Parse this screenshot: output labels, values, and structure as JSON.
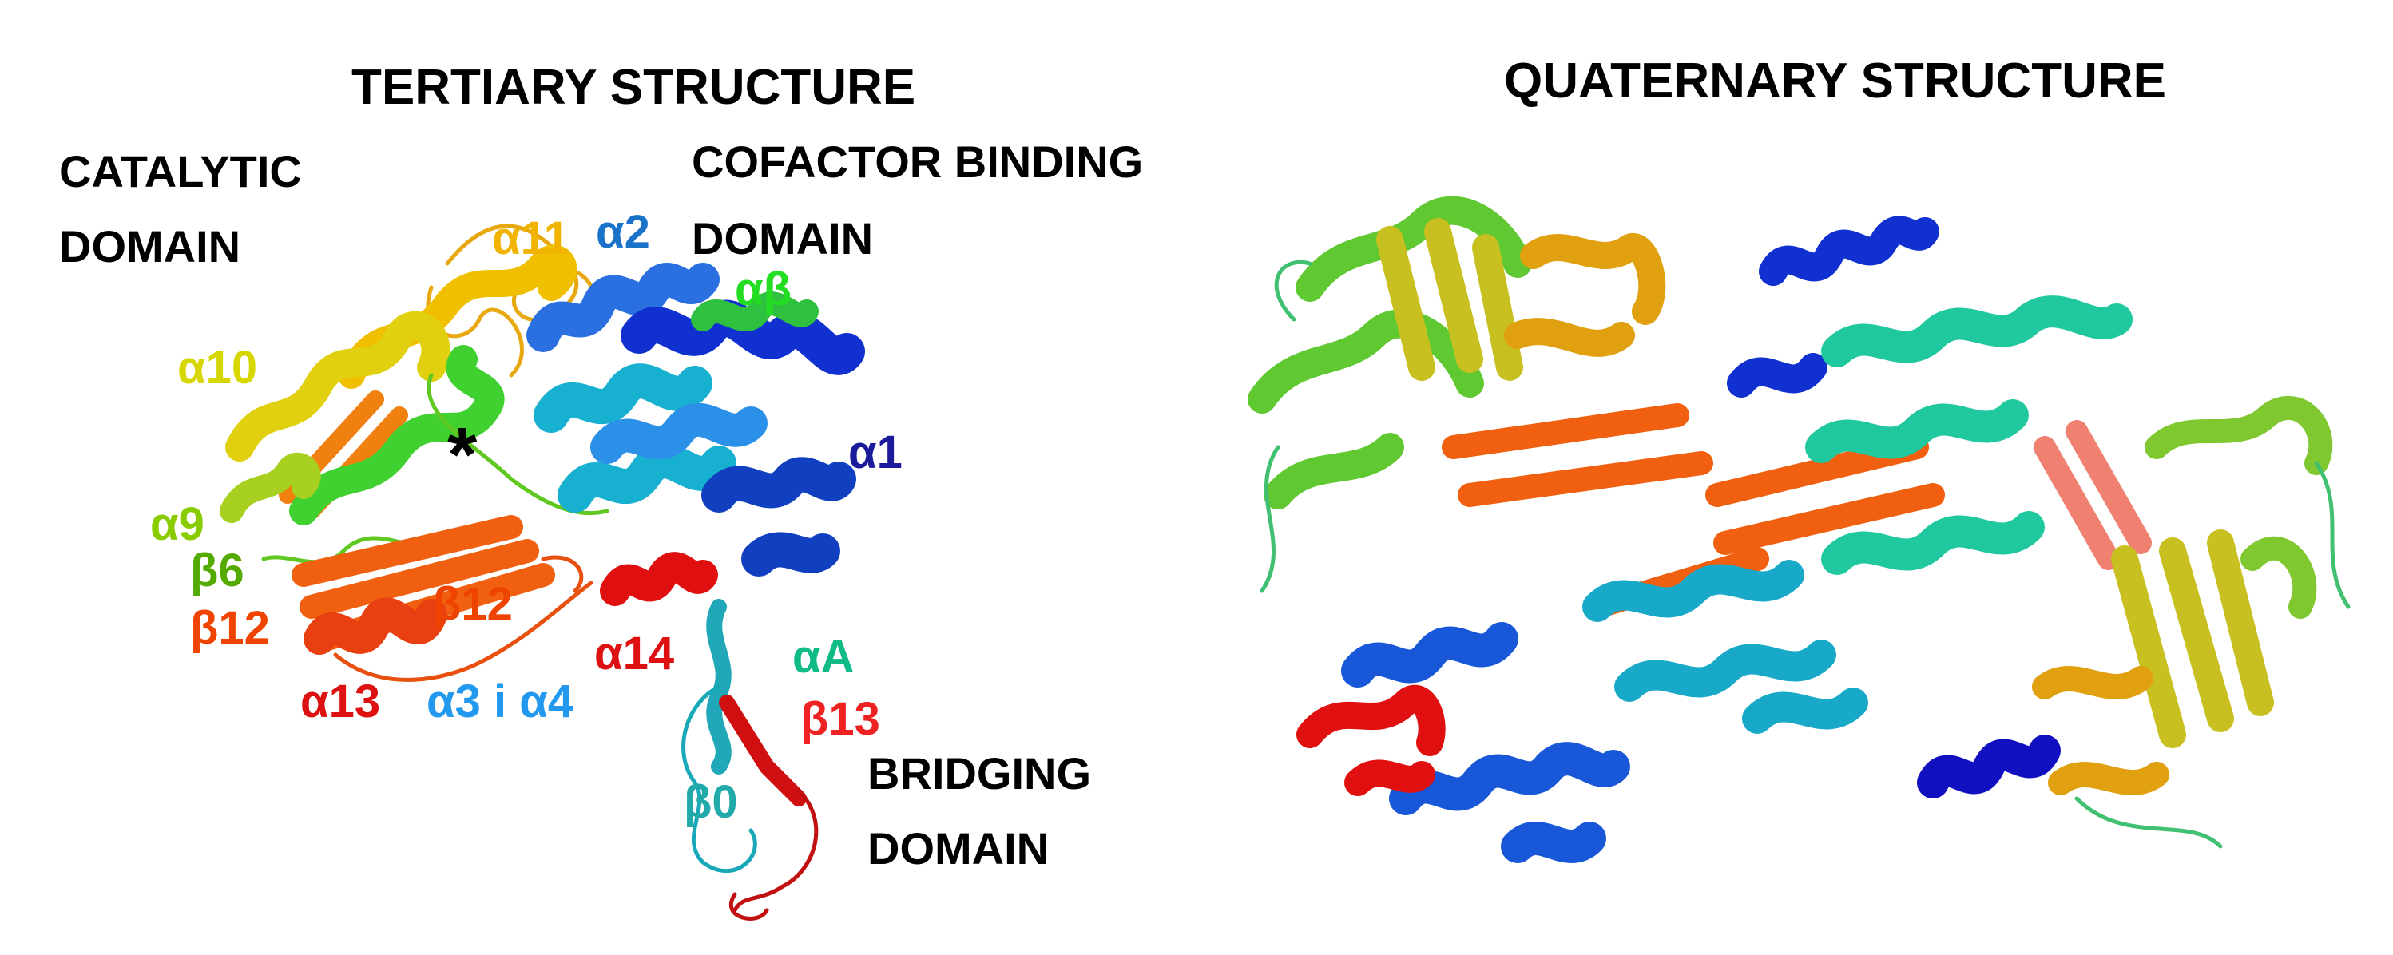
{
  "panels": {
    "tertiary": {
      "title": "TERTIARY STRUCTURE"
    },
    "quaternary": {
      "title": "QUATERNARY STRUCTURE"
    }
  },
  "domains": {
    "catalytic": {
      "line1": "CATALYTIC",
      "line2": "DOMAIN"
    },
    "cofactor": {
      "line1": "COFACTOR BINDING",
      "line2": "DOMAIN"
    },
    "bridging": {
      "line1": "BRIDGING",
      "line2": "DOMAIN"
    }
  },
  "elements": {
    "a11": {
      "text": "α11",
      "color": "#f0b400"
    },
    "a2": {
      "text": "α2",
      "color": "#1a73c8"
    },
    "ab": {
      "text": "αβ",
      "color": "#22dd22"
    },
    "a10": {
      "text": "α10",
      "color": "#d6d600"
    },
    "a1": {
      "text": "α1",
      "color": "#1a1a9a"
    },
    "a9": {
      "text": "α9",
      "color": "#88cc00"
    },
    "b6": {
      "text": "β6",
      "color": "#55aa00"
    },
    "b12_left": {
      "text": "β12",
      "color": "#ee4400"
    },
    "b12_mid": {
      "text": "β12",
      "color": "#ee4400"
    },
    "a14": {
      "text": "α14",
      "color": "#dd1111"
    },
    "aA": {
      "text": "αA",
      "color": "#11bb88"
    },
    "a13": {
      "text": "α13",
      "color": "#dd1111"
    },
    "a3a4": {
      "text": "α3 i α4",
      "color": "#2299ee"
    },
    "b13": {
      "text": "β13",
      "color": "#ee2222"
    },
    "b0": {
      "text": "β0",
      "color": "#22aaaa"
    }
  },
  "active_site": {
    "symbol": "*"
  },
  "colors": {
    "blue": "#1030d0",
    "lightblue": "#2a80e0",
    "cyan": "#18b8c8",
    "teal": "#20c8a0",
    "green": "#40d030",
    "yellowgreen": "#a8d020",
    "yellow": "#e8d010",
    "gold": "#e8a810",
    "orange": "#f06010",
    "red": "#e01010",
    "salmon": "#f08070"
  }
}
